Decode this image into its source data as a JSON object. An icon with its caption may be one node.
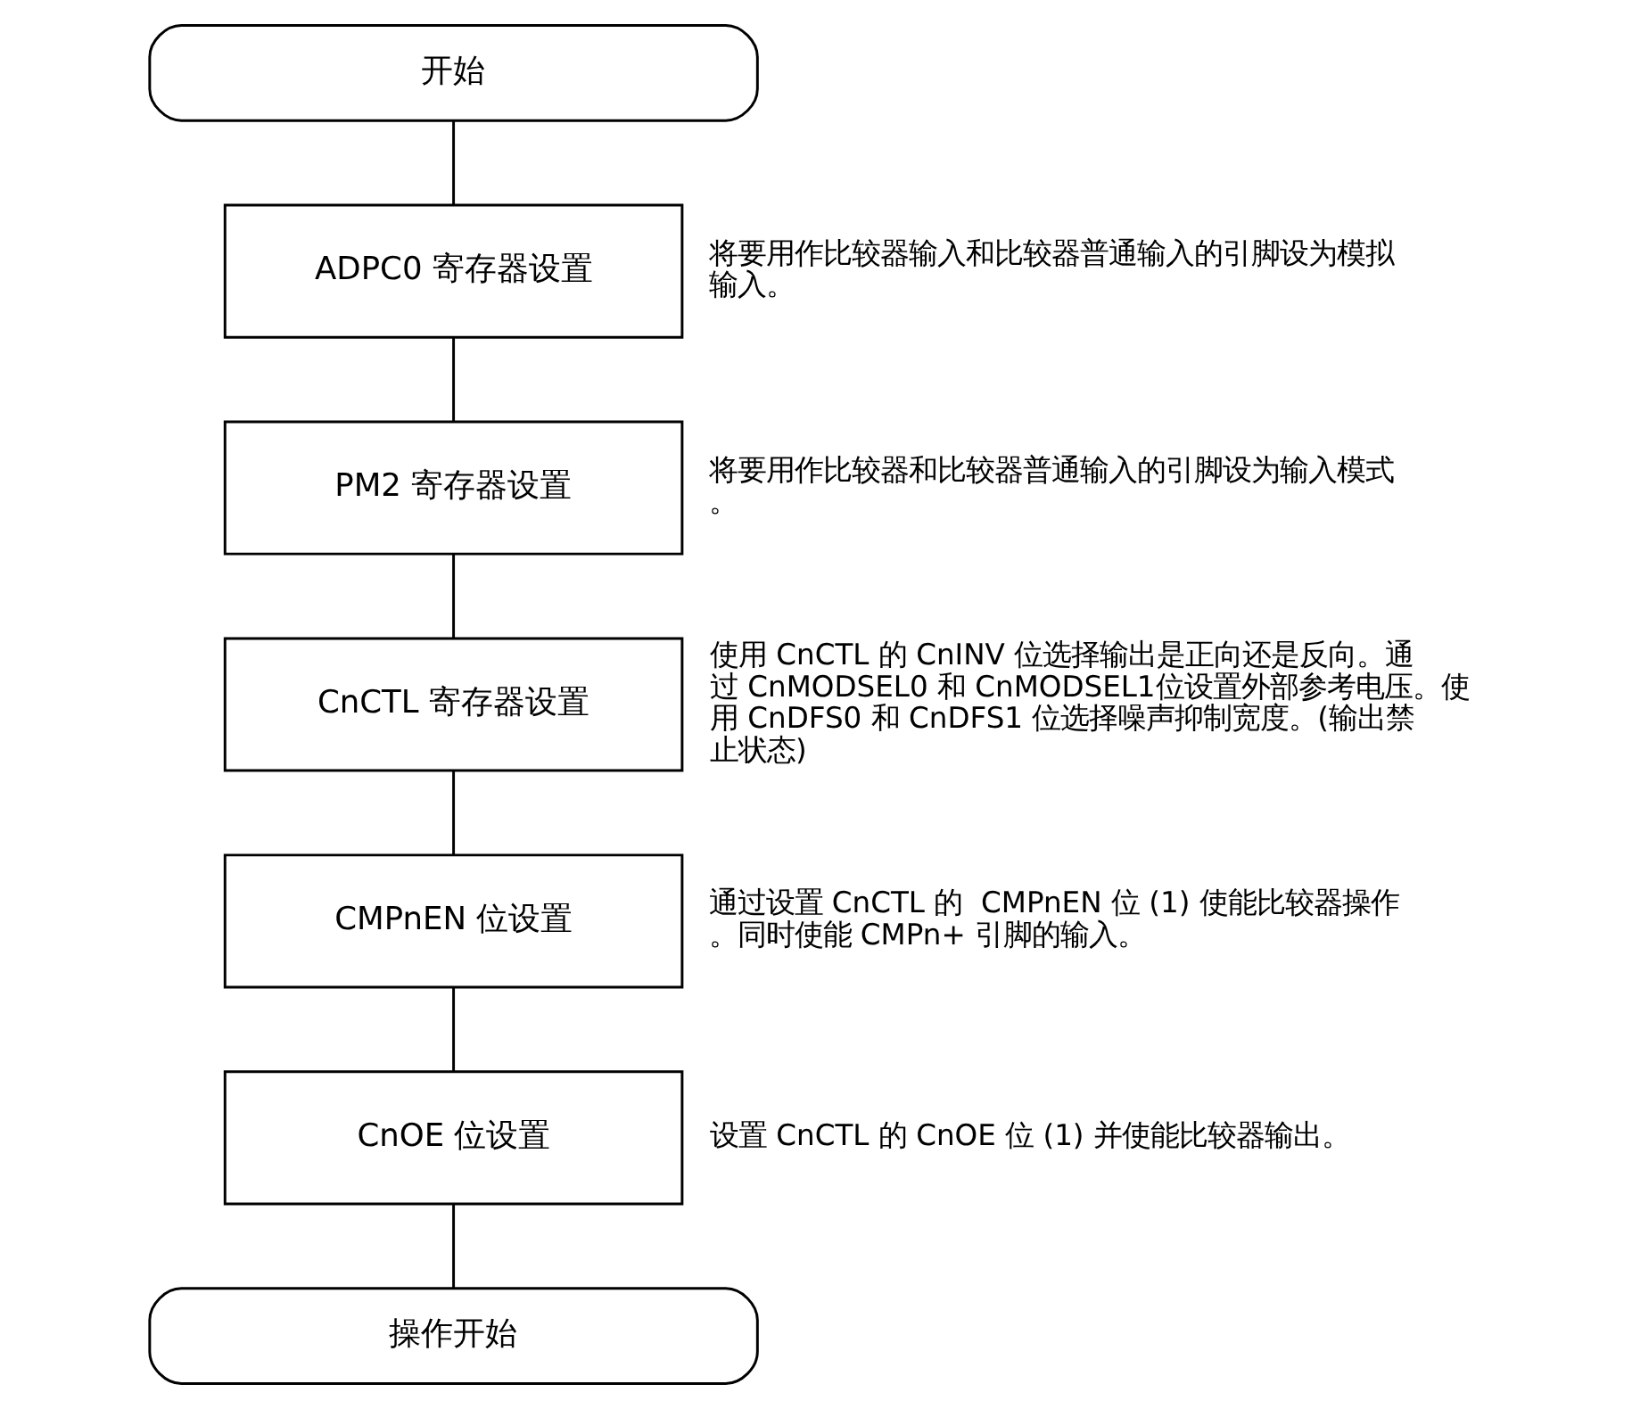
{
  "diagram": {
    "nodes": [
      {
        "text": [
          "开始"
        ]
      },
      {
        "text": [
          "ADPC0 寄存器设置"
        ],
        "beside": [
          "将要用作比较器输入和比较器普通输入的引脚设为模拟输入。"
        ]
      },
      {
        "text": [
          "PM2 寄存器设置"
        ],
        "beside": [
          "将要用作比较器和比较器普通输入的引脚设为输入模式。"
        ]
      },
      {
        "text": [
          "CnCTL 寄存器设置"
        ],
        "beside": [
          "使用 CnCTL 的 CnINV 位选择输出是正向还是反向。通过 CnMODSEL0 和 CnMODSEL1位设置外部参考电压。使用 CnDFS0 和 CnDFS1 位选择噪声抑制宽度。(输出禁止状态)"
        ]
      },
      {
        "text": [
          "CMPnEN 位设置"
        ],
        "beside": [
          "通过设置 CnCTL 的  CMPnEN 位 (1) 使能比较器操作。同时使能 CMPn+ 引脚的输入。"
        ]
      },
      {
        "text": [
          "CnOE 位设置"
        ],
        "beside": [
          "设置 CnCTL 的 CnOE 位 (1) 并使能比较器输出。"
        ]
      },
      {
        "text": [
          "操作开始"
        ]
      }
    ],
    "edges": [
      {
        "from": 0,
        "to": 1,
        "arrow": "none"
      },
      {
        "from": 1,
        "to": 2,
        "arrow": "none"
      },
      {
        "from": 2,
        "to": 3,
        "arrow": "none"
      },
      {
        "from": 3,
        "to": 4,
        "arrow": "none"
      },
      {
        "from": 4,
        "to": 5,
        "arrow": "none"
      },
      {
        "from": 5,
        "to": 6,
        "arrow": "none"
      }
    ]
  }
}
